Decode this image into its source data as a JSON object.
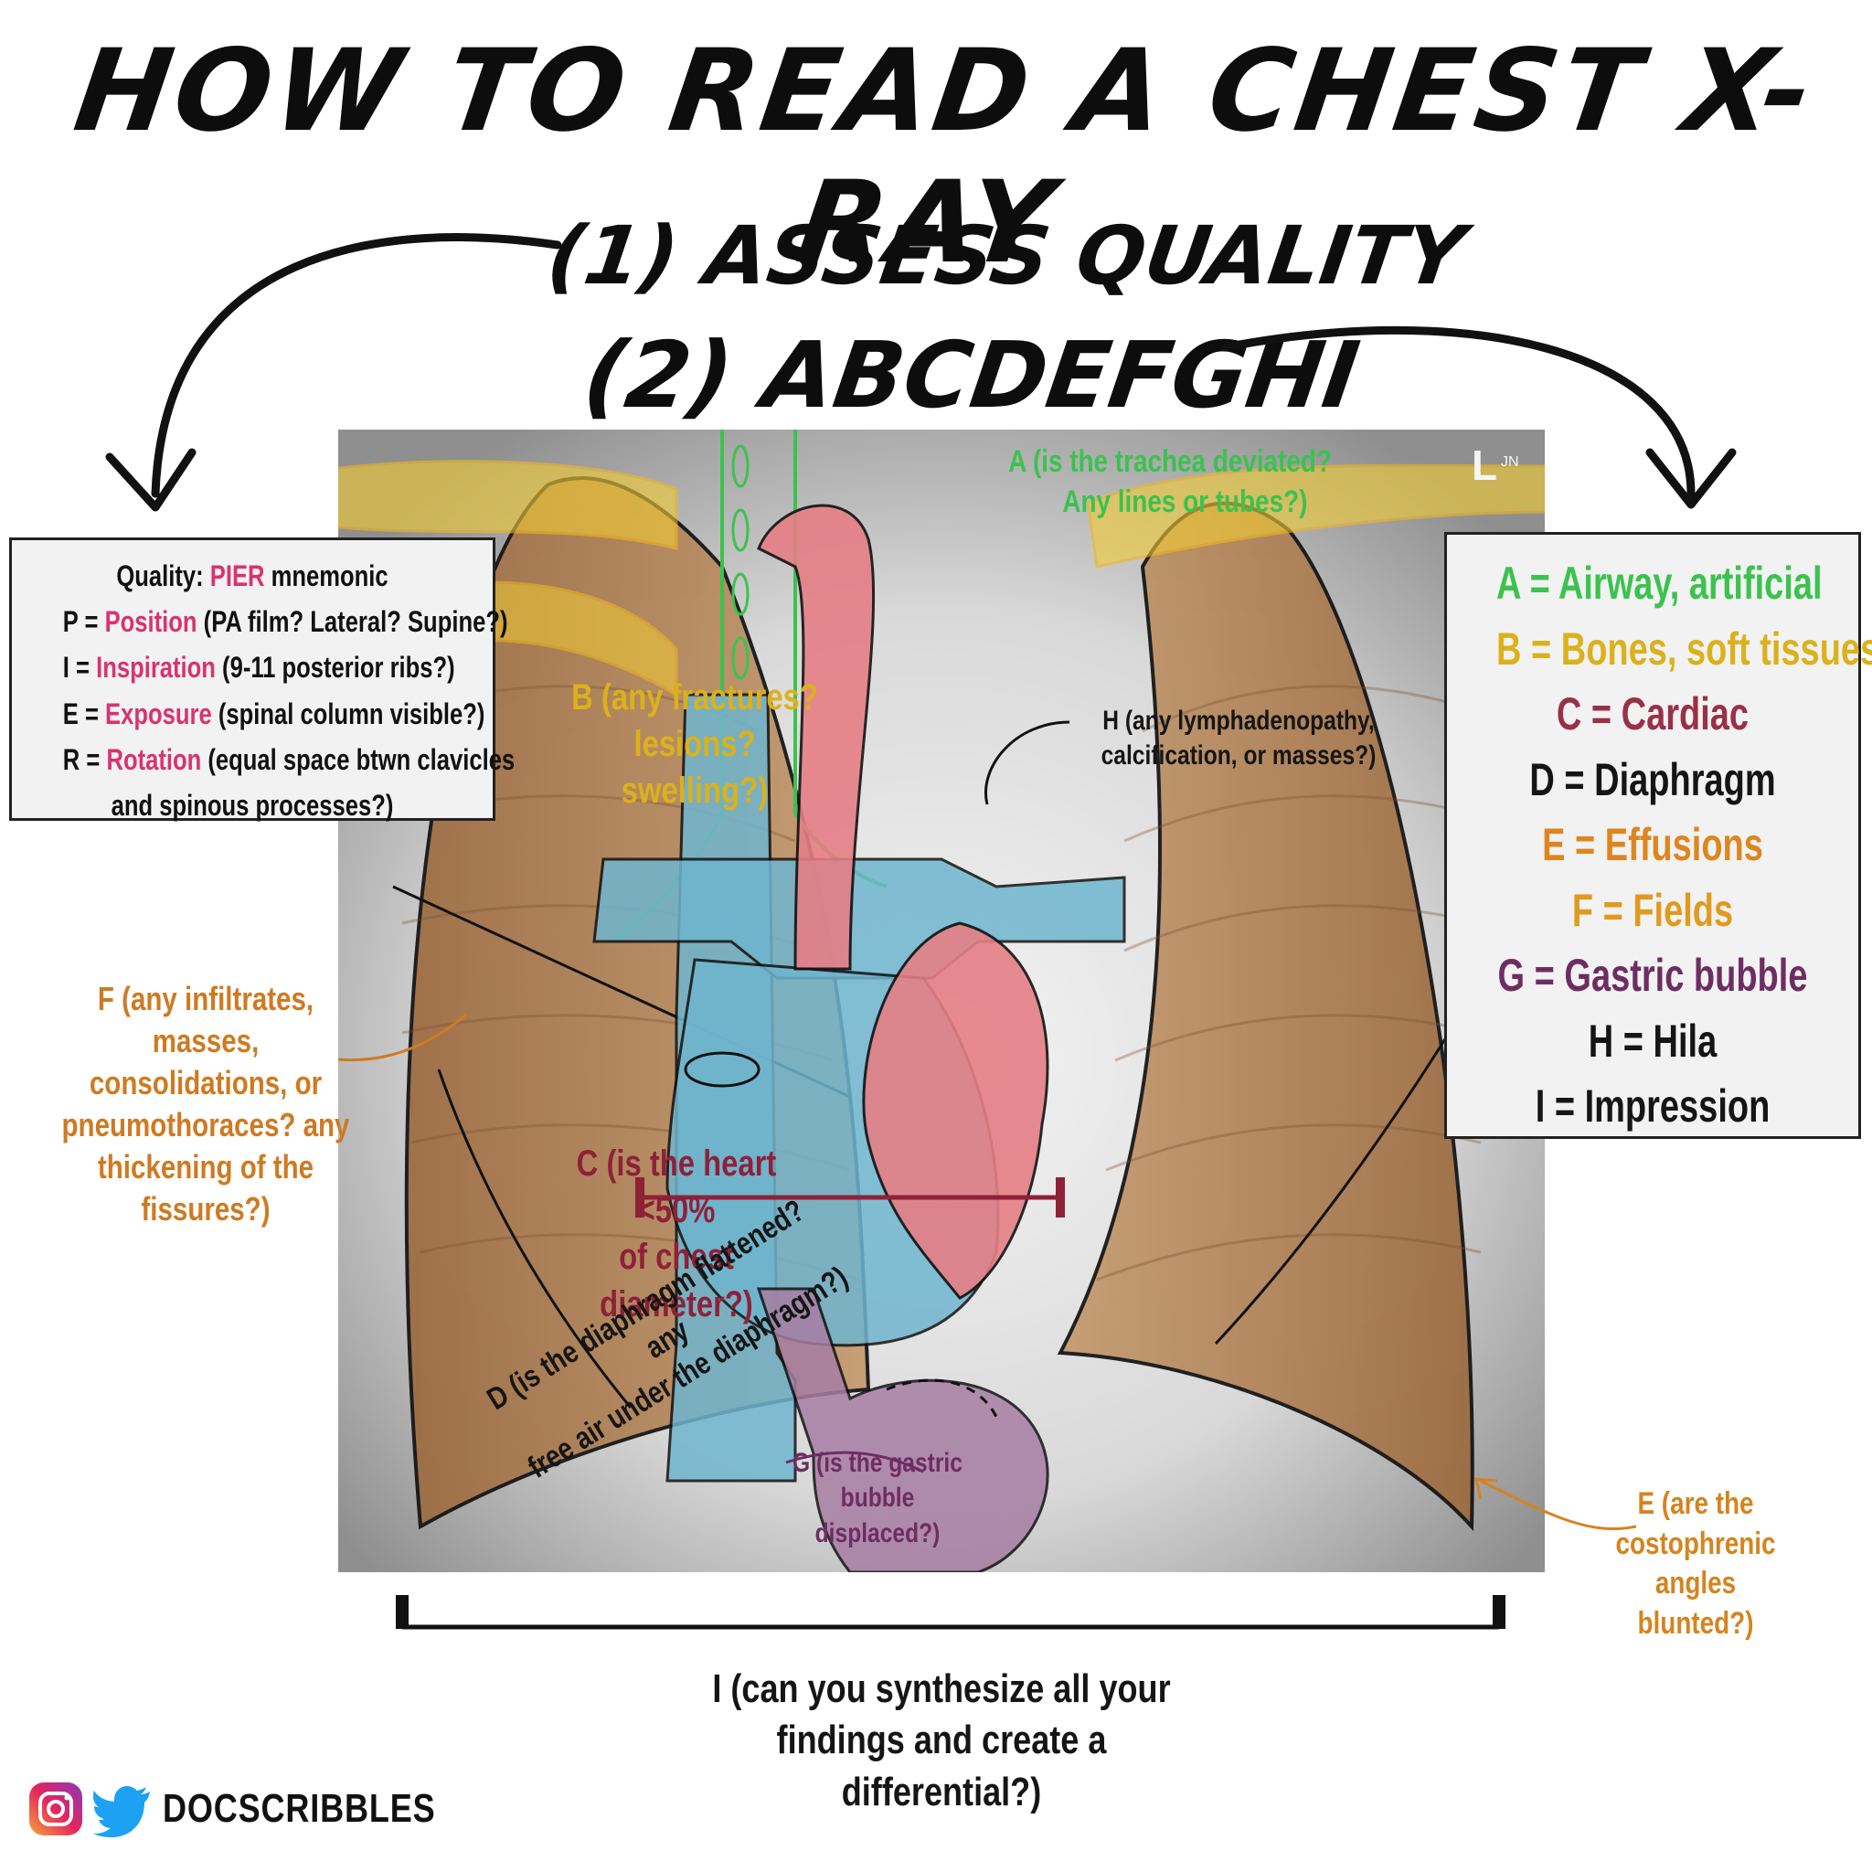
{
  "title": "How to Read a Chest X-Ray",
  "steps": {
    "one": "(1) Assess quality",
    "two": "(2) ABCDEFGHI"
  },
  "quality_box": {
    "heading_prefix": "Quality: ",
    "heading_highlight": "PIER",
    "heading_suffix": " mnemonic",
    "rows": [
      {
        "letter": "P = ",
        "term": "Position",
        "detail": " (PA film? Lateral? Supine?)"
      },
      {
        "letter": "I = ",
        "term": "Inspiration",
        "detail": " (9-11 posterior ribs?)"
      },
      {
        "letter": "E = ",
        "term": "Exposure",
        "detail": " (spinal column visible?)"
      },
      {
        "letter": "R = ",
        "term": "Rotation",
        "detail": " (equal space btwn clavicles"
      }
    ],
    "last_line": "and spinous processes?)"
  },
  "abc_box": {
    "items": [
      {
        "text": "A = Airway, artificial",
        "color": "#3cc24e"
      },
      {
        "text": "B = Bones, soft tissues",
        "color": "#dbb11c"
      },
      {
        "text": "C = Cardiac",
        "color": "#9a3048"
      },
      {
        "text": "D = Diaphragm",
        "color": "#151515"
      },
      {
        "text": "E = Effusions",
        "color": "#dd861f"
      },
      {
        "text": "F = Fields",
        "color": "#e09a1f"
      },
      {
        "text": "G = Gastric bubble",
        "color": "#6e2d62"
      },
      {
        "text": "H = Hila",
        "color": "#151515"
      },
      {
        "text": "I = Impression",
        "color": "#151515"
      }
    ]
  },
  "annotations": {
    "a_line1": "A (is the trachea deviated?",
    "a_line2": "Any lines or tubes?)",
    "b_line1": "B (any fractures?",
    "b_line2": "lesions? swelling?)",
    "h_line1": "H (any lymphadenopathy,",
    "h_line2": "calcification, or masses?)",
    "f_line1": "F (any infiltrates, masses,",
    "f_line2": "consolidations, or",
    "f_line3": "pneumothoraces? any",
    "f_line4": "thickening of the fissures?)",
    "c_line1": "C (is the heart <50%",
    "c_line2": "of chest diameter?)",
    "d_line1": "D (is the diaphragm flattened? any",
    "d_line2": "free air under the diaphragm?)",
    "g_line1": "G (is the gastric",
    "g_line2": "bubble displaced?)",
    "e_line1": "E (are the",
    "e_line2": "costophrenic angles",
    "e_line3": "blunted?)",
    "i_line1": "I (can you synthesize all your",
    "i_line2": "findings and create a differential?)"
  },
  "film_marker": "L",
  "film_initials": "JN",
  "social": {
    "icons": [
      "instagram-icon",
      "twitter-icon"
    ],
    "handle": "DOCSCRIBBLES"
  }
}
